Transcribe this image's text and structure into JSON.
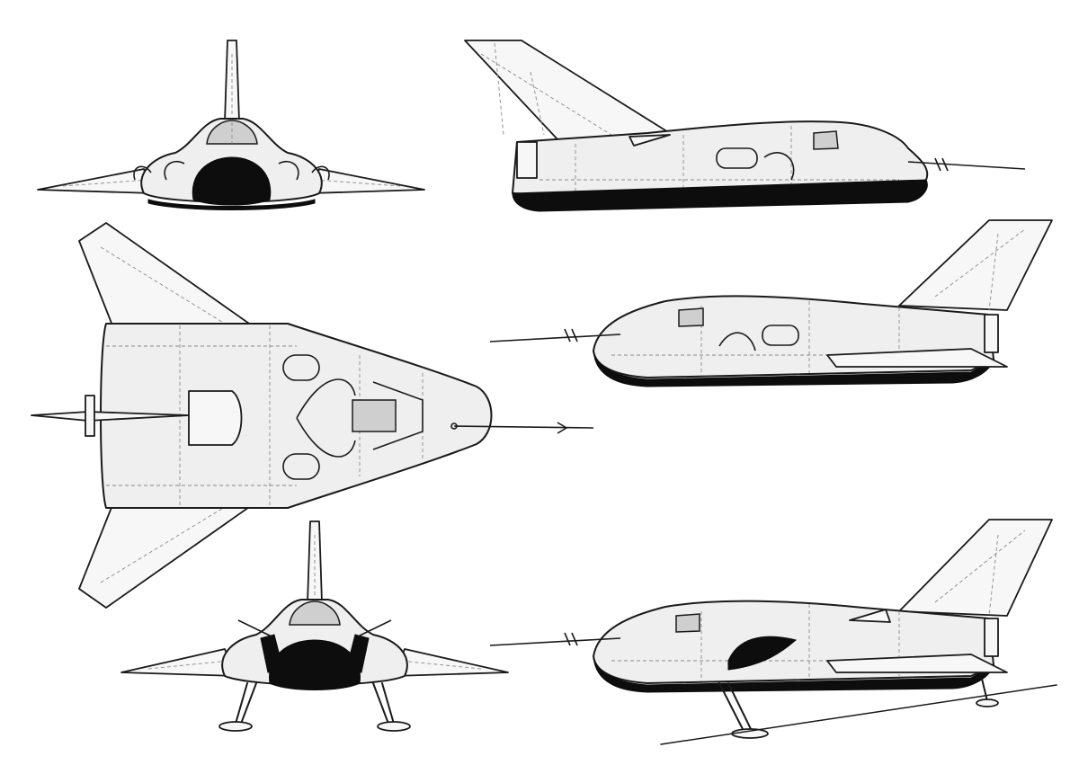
{
  "drawing": {
    "kind": "multi-view line drawing",
    "views": [
      {
        "id": "front-view-clean",
        "icon": "front-elevation"
      },
      {
        "id": "side-view-right",
        "icon": "side-elevation"
      },
      {
        "id": "top-view",
        "icon": "plan-view"
      },
      {
        "id": "side-view-left",
        "icon": "side-elevation"
      },
      {
        "id": "front-view-gear-down",
        "icon": "front-elevation"
      },
      {
        "id": "side-view-gear-down",
        "icon": "side-elevation"
      }
    ],
    "colors": {
      "line": "#1a1a1a",
      "panel": "#8a8a8a",
      "fill": "#efefef",
      "shadow": "#0d0d0d",
      "background": "#ffffff"
    }
  }
}
